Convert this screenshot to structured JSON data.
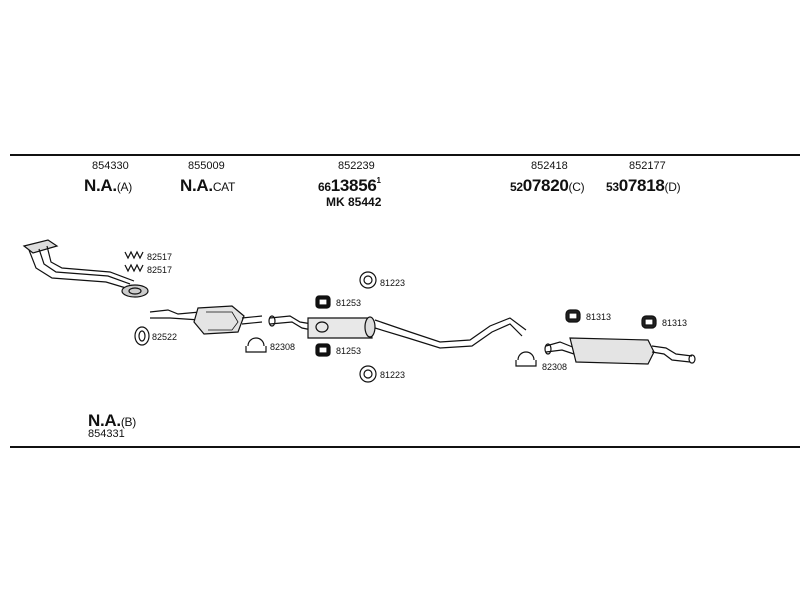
{
  "header_labels": {
    "col1": {
      "part": "854330",
      "code": "N.A.",
      "suffix": "(A)"
    },
    "col2": {
      "part": "855009",
      "code": "N.A.",
      "suffix": "CAT"
    },
    "col3": {
      "part": "852239",
      "prefix": "66",
      "code": "13856",
      "sup": "1",
      "mk": "MK 85442"
    },
    "col4": {
      "part": "852418",
      "prefix": "52",
      "code": "07820",
      "suffix": "(C)"
    },
    "col5": {
      "part": "852177",
      "prefix": "53",
      "code": "07818",
      "suffix": "(D)"
    }
  },
  "footer_label": {
    "code": "N.A.",
    "suffix": "(B)",
    "part": "854331"
  },
  "callouts": {
    "clamp_a": "82517",
    "clamp_b": "82517",
    "gasket_front": "82522",
    "clamp_mid": "82308",
    "hanger_top_upper": "81223",
    "hanger_top_lower": "81253",
    "hanger_bot_upper": "81253",
    "hanger_bot_lower": "81223",
    "clamp_rear": "82308",
    "rubber_rear_1": "81313",
    "rubber_rear_2": "81313"
  }
}
